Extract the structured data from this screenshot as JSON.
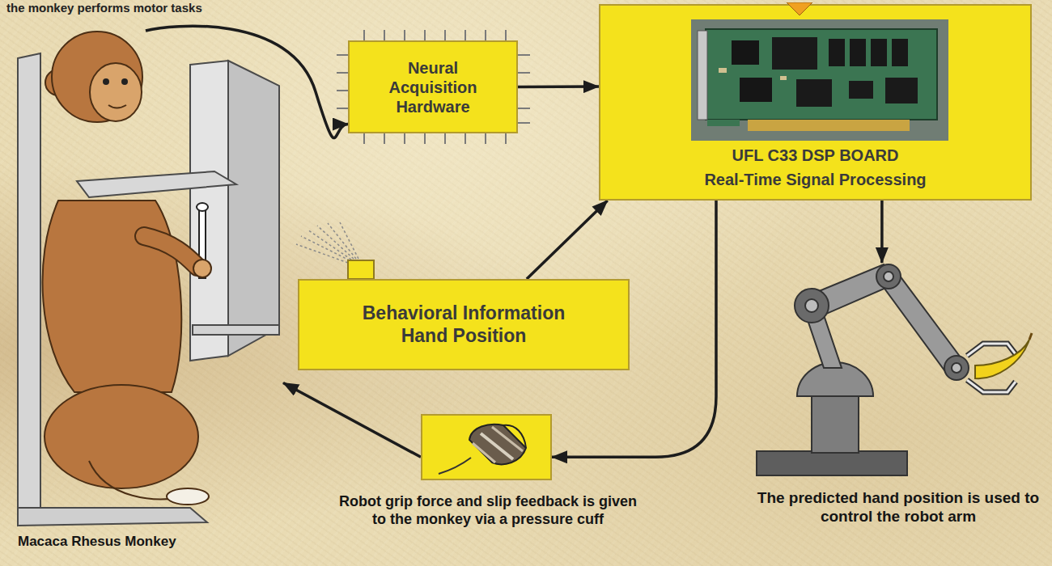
{
  "diagram": {
    "nodes": [
      {
        "text": [
          "Macaca Rhesus Monkey"
        ]
      },
      {
        "text": [
          "Neural Acquisition Hardware"
        ]
      },
      {
        "text": [
          "UFL C33 DSP BOARD",
          "Real-Time Signal Processing"
        ]
      },
      {
        "text": [
          "Behavioral Information Hand Position"
        ]
      },
      {
        "text": [
          "Robot grip force and slip feedback is given to the monkey via a pressure cuff"
        ]
      },
      {
        "text": [
          "The predicted hand position is used to control the robot arm"
        ]
      }
    ],
    "edges": [
      {
        "from": 0,
        "to": 1,
        "arrow": "to"
      },
      {
        "from": 1,
        "to": 2,
        "arrow": "to"
      },
      {
        "from": 3,
        "to": 2,
        "arrow": "to"
      },
      {
        "from": 2,
        "to": 5,
        "arrow": "to"
      },
      {
        "from": 2,
        "to": 4,
        "arrow": "to"
      },
      {
        "from": 4,
        "to": 0,
        "arrow": "to"
      }
    ],
    "labels": [
      "the monkey performs motor tasks"
    ]
  }
}
